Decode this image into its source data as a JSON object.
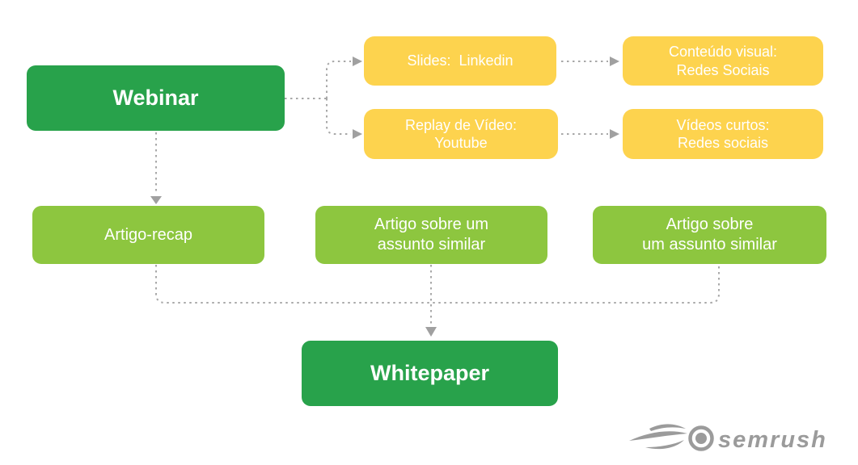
{
  "diagram": {
    "type": "flowchart",
    "nodes": {
      "webinar": {
        "label": "Webinar"
      },
      "slides": {
        "label": "Slides:  Linkedin"
      },
      "conteudo": {
        "label": "Conteúdo visual:\nRedes Sociais"
      },
      "replay": {
        "label": "Replay de Vídeo:\nYoutube"
      },
      "videos": {
        "label": "Vídeos curtos:\nRedes sociais"
      },
      "recap": {
        "label": "Artigo-recap"
      },
      "similar1": {
        "label": "Artigo sobre um\nassunto similar"
      },
      "similar2": {
        "label": "Artigo sobre\num assunto similar"
      },
      "whitepaper": {
        "label": "Whitepaper"
      }
    },
    "edges": [
      {
        "from": "webinar",
        "to": "slides"
      },
      {
        "from": "webinar",
        "to": "replay"
      },
      {
        "from": "slides",
        "to": "conteudo"
      },
      {
        "from": "replay",
        "to": "videos"
      },
      {
        "from": "webinar",
        "to": "recap"
      },
      {
        "from": "recap",
        "to": "whitepaper"
      },
      {
        "from": "similar1",
        "to": "whitepaper"
      },
      {
        "from": "similar2",
        "to": "whitepaper"
      }
    ],
    "colors": {
      "primary_green": "#28A24B",
      "light_green": "#8DC63F",
      "yellow": "#FDD34E",
      "connector_gray": "#A8A8A8",
      "logo_gray": "#9B9B9B",
      "text_white": "#FFFFFF"
    },
    "logo": {
      "text": "semrush",
      "icon": "semrush-flame-ball-icon"
    }
  }
}
